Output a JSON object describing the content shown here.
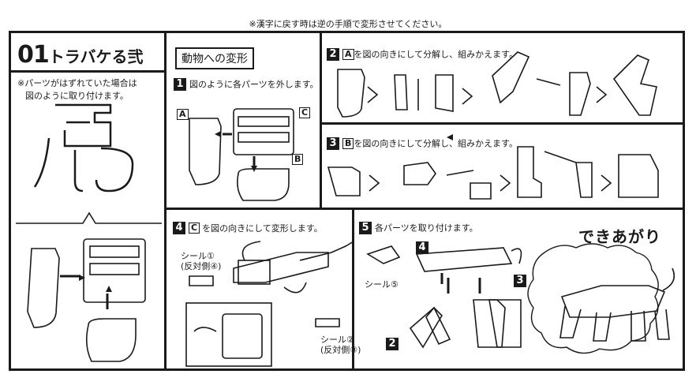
{
  "header_note": "※漢字に戻す時は逆の手順で変形させてください。",
  "title": {
    "number": "01",
    "name": "トラバケる弐"
  },
  "left_note_line1": "※パーツがはずれていた場合は",
  "left_note_line2": "図のように取り付けます。",
  "section_title": "動物への変形",
  "steps": {
    "s1": {
      "num": "1",
      "text": "図のように各パーツを外します。"
    },
    "s2": {
      "num": "2",
      "letter": "A",
      "text": "を図の向きにして分解し、組みかえます。"
    },
    "s3": {
      "num": "3",
      "letter": "B",
      "text": "を図の向きにして分解し、組みかえます。"
    },
    "s4": {
      "num": "4",
      "letter": "C",
      "text": "を図の向きにして変形します。"
    },
    "s5": {
      "num": "5",
      "text": "各パーツを取り付けます。"
    }
  },
  "part_labels": {
    "a": "A",
    "b": "B",
    "c": "C"
  },
  "sticker1": {
    "name": "シール①",
    "note": "(反対側④)"
  },
  "sticker2": {
    "name": "シール②",
    "note": "(反対側③)"
  },
  "sticker5": {
    "name": "シール⑤"
  },
  "callouts": {
    "c2": "2",
    "c3": "3",
    "c4": "4"
  },
  "finished": "できあがり"
}
